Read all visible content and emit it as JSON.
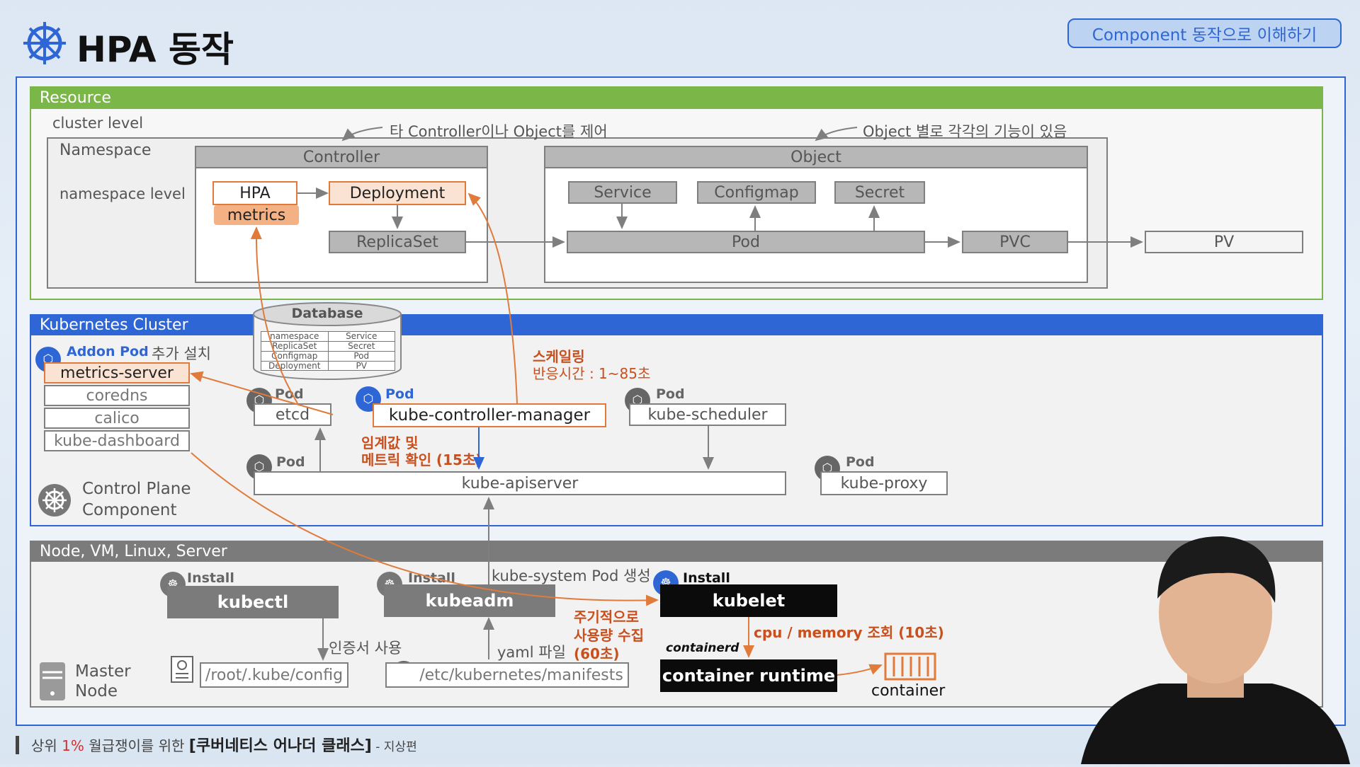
{
  "header": {
    "title": "HPA 동작",
    "badge": "Component 동작으로 이해하기"
  },
  "resource": {
    "bar": "Resource",
    "cluster_level": "cluster level",
    "namespace": "Namespace",
    "namespace_level": "namespace  level",
    "controller_note": "타 Controller이나 Object를 제어",
    "object_note": "Object 별로 각각의 기능이 있음",
    "controller": "Controller",
    "object": "Object",
    "hpa": "HPA",
    "metrics": "metrics",
    "deployment": "Deployment",
    "replicaset": "ReplicaSet",
    "service": "Service",
    "configmap": "Configmap",
    "secret": "Secret",
    "pod": "Pod",
    "pvc": "PVC",
    "pv": "PV"
  },
  "cluster": {
    "bar": "Kubernetes Cluster",
    "database": {
      "title": "Database",
      "left": [
        "namespace",
        "ReplicaSet",
        "Configmap",
        "Deployment"
      ],
      "right": [
        "Service",
        "Secret",
        "Pod",
        "PV"
      ]
    },
    "addon_pod": "Addon Pod",
    "addon_note": "추가 설치",
    "addons": [
      "metrics-server",
      "coredns",
      "calico",
      "kube-dashboard"
    ],
    "pod": "Pod",
    "etcd": "etcd",
    "kcm": "kube-controller-manager",
    "scheduler": "kube-scheduler",
    "apiserver": "kube-apiserver",
    "proxy": "kube-proxy",
    "cp1": "Control Plane",
    "cp2": "Component",
    "scaling1": "스케일링",
    "scaling2": "반응시간 : 1~85초",
    "threshold1": "임계값 및",
    "threshold2": "메트릭 확인 (15초)"
  },
  "node": {
    "bar": "Node, VM, Linux, Server",
    "install": "Install",
    "kubectl": "kubectl",
    "kubeadm": "kubeadm",
    "kubelet": "kubelet",
    "system_pod": "kube-system Pod 생성",
    "cert": "인증서 사용",
    "yaml": "yaml 파일",
    "config_path": "/root/.kube/config",
    "manifests": "/etc/kubernetes/manifests",
    "collect1": "주기적으로",
    "collect2": "사용량 수집",
    "collect3": "(60초)",
    "cpu": "cpu / memory 조회 (10초)",
    "containerd": "containerd",
    "runtime": "container runtime",
    "container": "container",
    "master1": "Master",
    "master2": "Node"
  },
  "footer": {
    "prefix": "상위 ",
    "pct": "1%",
    "mid": " 월급쟁이를 위한 ",
    "course": "[쿠버네티스 어나더 클래스]",
    "suffix": " - 지상편"
  },
  "colors": {
    "blue": "#2f66d6",
    "green": "#7ab648",
    "orange": "#e07b3b",
    "red_text": "#c8501f"
  }
}
